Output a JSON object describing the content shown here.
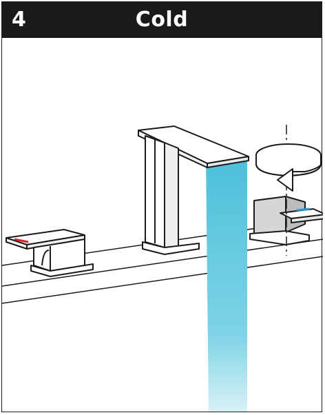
{
  "header": {
    "step_number": "4",
    "title": "Cold"
  },
  "colors": {
    "header_bg": "#1a1a1a",
    "water": "#4fc3dd",
    "cold_indicator": "#1e9be0",
    "hot_indicator": "#e0202a",
    "steel": "#d6d6d6"
  },
  "illustration": {
    "icons": [
      "rotate-arrow-icon",
      "water-stream",
      "spout-faucet",
      "left-handle-hot",
      "right-handle-cold"
    ]
  }
}
